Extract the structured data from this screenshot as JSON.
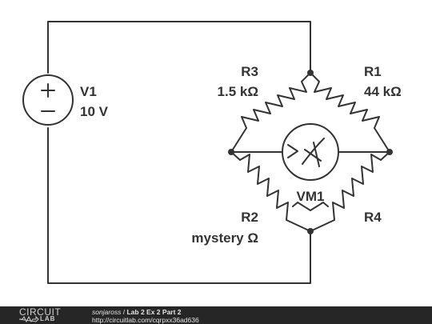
{
  "circuit": {
    "components": {
      "v1": {
        "name": "V1",
        "value": "10 V"
      },
      "r1": {
        "name": "R1",
        "value": "44 kΩ"
      },
      "r2": {
        "name": "R2",
        "value": "mystery Ω"
      },
      "r3": {
        "name": "R3",
        "value": "1.5 kΩ"
      },
      "r4": {
        "name": "R4"
      },
      "vm1": {
        "name": "VM1"
      }
    },
    "colors": {
      "wire": "#333333",
      "background": "#ffffff"
    }
  },
  "footer": {
    "logo_top": "CIRCUIT",
    "logo_bottom": "LAB",
    "author": "sonjaross",
    "separator": " / ",
    "title": "Lab 2 Ex 2 Part 2",
    "url": "http://circuitlab.com/cqrpxx36ad636",
    "background": "#262626"
  }
}
